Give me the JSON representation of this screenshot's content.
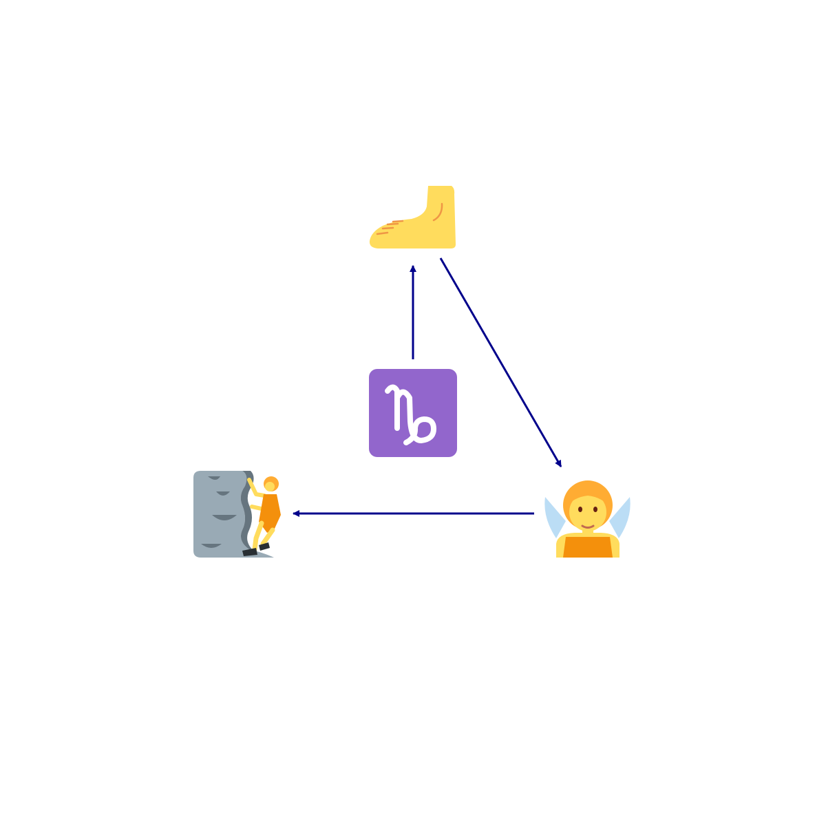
{
  "diagram": {
    "nodes": [
      {
        "id": "foot",
        "icon": "foot-icon",
        "label": ""
      },
      {
        "id": "capricorn",
        "icon": "capricorn-icon",
        "label": ""
      },
      {
        "id": "fairy",
        "icon": "fairy-icon",
        "label": ""
      },
      {
        "id": "climber",
        "icon": "person-climbing-icon",
        "label": ""
      }
    ],
    "edges": [
      {
        "from": "capricorn",
        "to": "foot"
      },
      {
        "from": "foot",
        "to": "fairy"
      },
      {
        "from": "fairy",
        "to": "climber"
      }
    ],
    "colors": {
      "edge": "#00008b",
      "capricorn_bg": "#9266cc",
      "skin": "#ffdc5d",
      "rock": "#99aab5",
      "rock_dark": "#66757f",
      "hair": "#ffac33",
      "shirt": "#f4900c",
      "wings": "#bbddf5"
    }
  }
}
